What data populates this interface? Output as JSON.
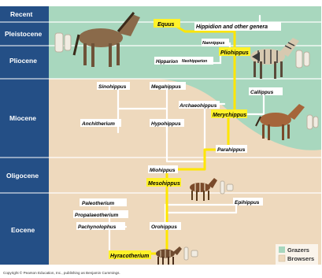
{
  "epochs": [
    "Recent",
    "Pleistocene",
    "Pliocene",
    "Miocene",
    "Oligocene",
    "Eocene"
  ],
  "taxa": {
    "equus": "Equus",
    "hippidion": "Hippidion and other genera",
    "nannippus": "Nannippus",
    "pliohippus": "Pliohippus",
    "hipparion": "Hipparion",
    "neohipparion": "Neohipparion",
    "sinohippus": "Sinohippus",
    "megahippus": "Megahippus",
    "callippus": "Callippus",
    "archaeohippus": "Archaeohippus",
    "anchitherium": "Anchitherium",
    "hypohippus": "Hypohippus",
    "merychippus": "Merychippus",
    "parahippus": "Parahippus",
    "miohippus": "Miohippus",
    "mesohippus": "Mesohippus",
    "paleotherium": "Paleotherium",
    "propalaeotherium": "Propalaeotherium",
    "pachynolophus": "Pachynolophus",
    "epihippus": "Epihippus",
    "orohippus": "Orohippus",
    "hyracotherium": "Hyracotherium"
  },
  "legend": {
    "grazers": "Grazers",
    "browsers": "Browsers"
  },
  "copyright": "Copyright © Pearson Education, Inc., publishing as Benjamin Cummings.",
  "colors": {
    "epoch_bar": "#244f86",
    "grazers": "#a8d7be",
    "browsers": "#eed9bd",
    "main_line": "#ffe600",
    "highlight_label": "#fff22a"
  }
}
